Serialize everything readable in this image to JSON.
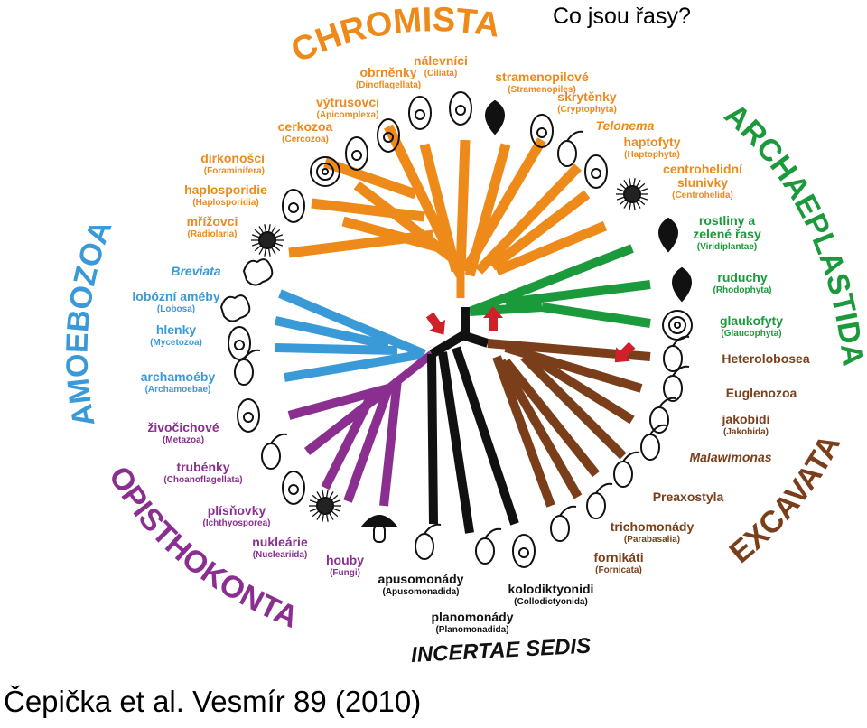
{
  "slide": {
    "title": "Co jsou řasy?",
    "citation": "Čepička et al. Vesmír 89 (2010)"
  },
  "colors": {
    "chromista": "#ee8a1a",
    "archaeplastida": "#1a9a3a",
    "amoebozoa": "#3a9ad8",
    "opisthokonta": "#8a2f8f",
    "excavata": "#7a3f1a",
    "incertae": "#111111",
    "arrow": "#d0202a"
  },
  "supergroups": {
    "chromista": "CHROMISTA",
    "archaeplastida": "ARCHAEPLASTIDA",
    "amoebozoa": "AMOEBOZOA",
    "opisthokonta": "OPISTHOKONTA",
    "excavata": "EXCAVATA",
    "incertae": "INCERTAE SEDIS"
  },
  "taxa": {
    "chromista": [
      {
        "name": "nálevníci",
        "latin": "(Ciliata)"
      },
      {
        "name": "obrněnky",
        "latin": "(Dinoflagellata)"
      },
      {
        "name": "stramenopilové",
        "latin": "(Stramenopiles)"
      },
      {
        "name": "výtrusovci",
        "latin": "(Apicomplexa)"
      },
      {
        "name": "skrytěnky",
        "latin": "(Cryptophyta)"
      },
      {
        "name": "Telonema",
        "latin": ""
      },
      {
        "name": "cerkozoa",
        "latin": "(Cercozoa)"
      },
      {
        "name": "haptofyty",
        "latin": "(Haptophyta)"
      },
      {
        "name": "dírkonošci",
        "latin": "(Foraminifera)"
      },
      {
        "name": "centrohelidní slunivky",
        "latin": "(Centrohelida)"
      },
      {
        "name": "haplosporidie",
        "latin": "(Haplosporidia)"
      },
      {
        "name": "mřížovci",
        "latin": "(Radiolaria)"
      }
    ],
    "archaeplastida": [
      {
        "name": "rostliny a zelené řasy",
        "latin": "(Viridiplantae)"
      },
      {
        "name": "ruduchy",
        "latin": "(Rhodophyta)"
      },
      {
        "name": "glaukofyty",
        "latin": "(Glaucophyta)"
      }
    ],
    "amoebozoa": [
      {
        "name": "Breviata",
        "latin": ""
      },
      {
        "name": "lobózní améby",
        "latin": "(Lobosa)"
      },
      {
        "name": "hlenky",
        "latin": "(Mycetozoa)"
      },
      {
        "name": "archamoéby",
        "latin": "(Archamoebae)"
      }
    ],
    "opisthokonta": [
      {
        "name": "živočichové",
        "latin": "(Metazoa)"
      },
      {
        "name": "trubénky",
        "latin": "(Choanoflagellata)"
      },
      {
        "name": "plísňovky",
        "latin": "(Ichthyosporea)"
      },
      {
        "name": "nukleárie",
        "latin": "(Nucleariida)"
      },
      {
        "name": "houby",
        "latin": "(Fungi)"
      }
    ],
    "excavata": [
      {
        "name": "Heterolobosea",
        "latin": ""
      },
      {
        "name": "Euglenozoa",
        "latin": ""
      },
      {
        "name": "jakobidi",
        "latin": "(Jakobida)"
      },
      {
        "name": "Malawimonas",
        "latin": ""
      },
      {
        "name": "Preaxostyla",
        "latin": ""
      },
      {
        "name": "trichomonády",
        "latin": "(Parabasalia)"
      },
      {
        "name": "fornikáti",
        "latin": "(Fornicata)"
      }
    ],
    "incertae": [
      {
        "name": "apusomonády",
        "latin": "(Apusomonadida)"
      },
      {
        "name": "kolodiktyonidi",
        "latin": "(Collodictyonida)"
      },
      {
        "name": "planomonády",
        "latin": "(Planomonadida)"
      }
    ]
  },
  "icons": [
    "ciliate-icon",
    "dinoflagellate-icon",
    "diatom-icon",
    "radiolarian-icon",
    "amoeba-icon",
    "mushroom-icon",
    "leaf-icon",
    "flagellate-icon"
  ]
}
